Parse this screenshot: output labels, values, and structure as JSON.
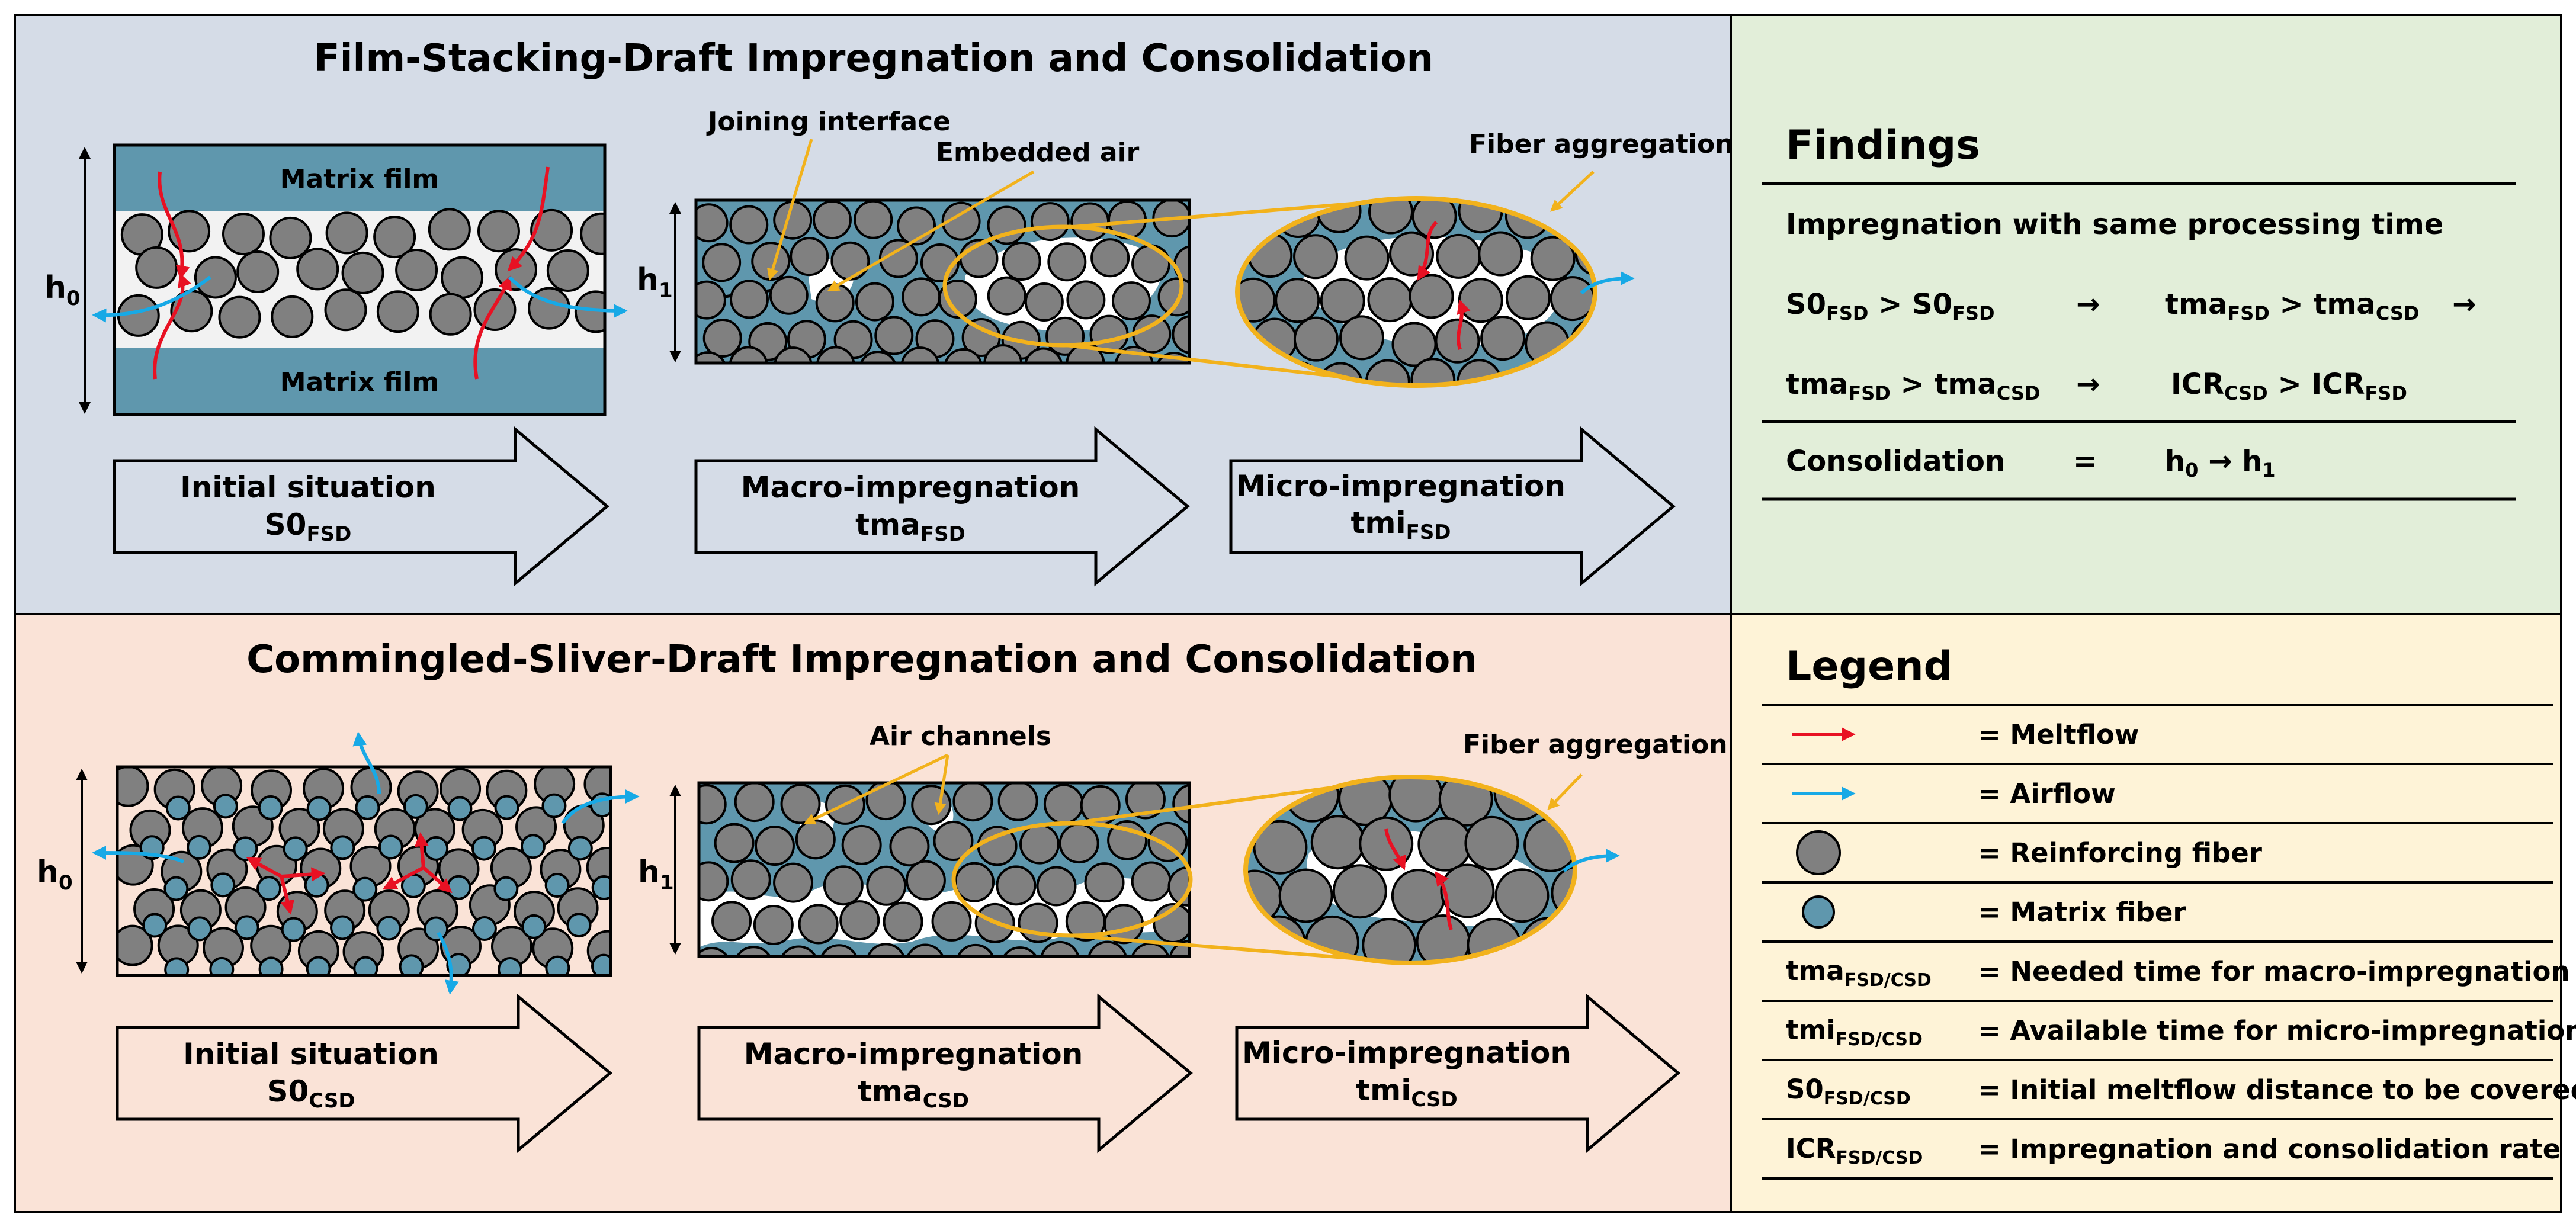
{
  "colors": {
    "top_panel_bg": "#d5dce7",
    "bottom_panel_bg": "#fae3d7",
    "findings_bg": "#e2eed9",
    "legend_bg": "#fef3d7",
    "matrix_teal": "#5f97ad",
    "fiber_gray": "#808080",
    "meltflow_red": "#e81123",
    "airflow_blue": "#17a9e6",
    "highlight_gold": "#f2b21c"
  },
  "fsd": {
    "title": "Film-Stacking-Draft Impregnation and Consolidation",
    "matrix_film_top": "Matrix film",
    "matrix_film_bottom": "Matrix film",
    "h0_label": {
      "base": "h",
      "sub": "0"
    },
    "h1_label": {
      "base": "h",
      "sub": "1"
    },
    "annotations": {
      "joining_interface": "Joining interface",
      "embedded_air": "Embedded air",
      "fiber_aggregation": "Fiber aggregation"
    },
    "arrows": [
      {
        "line1": "Initial situation",
        "base": "S0",
        "sub": "FSD"
      },
      {
        "line1": "Macro-impregnation",
        "base": "tma",
        "sub": "FSD"
      },
      {
        "line1": "Micro-impregnation",
        "base": "tmi",
        "sub": "FSD"
      }
    ]
  },
  "csd": {
    "title": "Commingled-Sliver-Draft Impregnation and Consolidation",
    "h0_label": {
      "base": "h",
      "sub": "0"
    },
    "h1_label": {
      "base": "h",
      "sub": "1"
    },
    "annotations": {
      "air_channels": "Air channels",
      "fiber_aggregation": "Fiber aggregation"
    },
    "arrows": [
      {
        "line1": "Initial situation",
        "base": "S0",
        "sub": "CSD"
      },
      {
        "line1": "Macro-impregnation",
        "base": "tma",
        "sub": "CSD"
      },
      {
        "line1": "Micro-impregnation",
        "base": "tmi",
        "sub": "CSD"
      }
    ]
  },
  "findings": {
    "title": "Findings",
    "subtitle": "Impregnation with same processing time",
    "row1": {
      "left": [
        {
          "t": "S0"
        },
        {
          "t": "FSD",
          "sub": true
        },
        {
          "t": " > S0"
        },
        {
          "t": "FSD",
          "sub": true
        }
      ],
      "arrow1": "→",
      "mid": [
        {
          "t": "tma"
        },
        {
          "t": "FSD",
          "sub": true
        },
        {
          "t": " > tma"
        },
        {
          "t": "CSD",
          "sub": true
        }
      ],
      "arrow2": "→"
    },
    "row2": {
      "left": [
        {
          "t": "tma"
        },
        {
          "t": "FSD",
          "sub": true
        },
        {
          "t": " > tma"
        },
        {
          "t": "CSD",
          "sub": true
        }
      ],
      "arrow1": "→",
      "mid": [
        {
          "t": "ICR"
        },
        {
          "t": "CSD",
          "sub": true
        },
        {
          "t": " > ICR"
        },
        {
          "t": "FSD",
          "sub": true
        }
      ]
    },
    "consolidation": {
      "label": "Consolidation",
      "eq": "=",
      "expr": [
        {
          "t": "h"
        },
        {
          "t": "0",
          "sub": true
        },
        {
          "t": " → h"
        },
        {
          "t": "1",
          "sub": true
        }
      ]
    }
  },
  "legend": {
    "title": "Legend",
    "items": [
      {
        "symbol": "meltflow-arrow",
        "text": "= Meltflow"
      },
      {
        "symbol": "airflow-arrow",
        "text": "= Airflow"
      },
      {
        "symbol": "reinforcing-fiber",
        "text": "= Reinforcing fiber"
      },
      {
        "symbol": "matrix-fiber",
        "text": "= Matrix fiber"
      },
      {
        "symbol": "text",
        "base": "tma",
        "sub": "FSD/CSD",
        "text": "= Needed time for macro-impregnation"
      },
      {
        "symbol": "text",
        "base": "tmi",
        "sub": "FSD/CSD",
        "text": "= Available time for micro-impregnation"
      },
      {
        "symbol": "text",
        "base": "S0",
        "sub": "FSD/CSD",
        "text": "= Initial meltflow distance to be covered"
      },
      {
        "symbol": "text",
        "base": "ICR",
        "sub": "FSD/CSD",
        "text": "= Impregnation and consolidation rate"
      }
    ]
  }
}
